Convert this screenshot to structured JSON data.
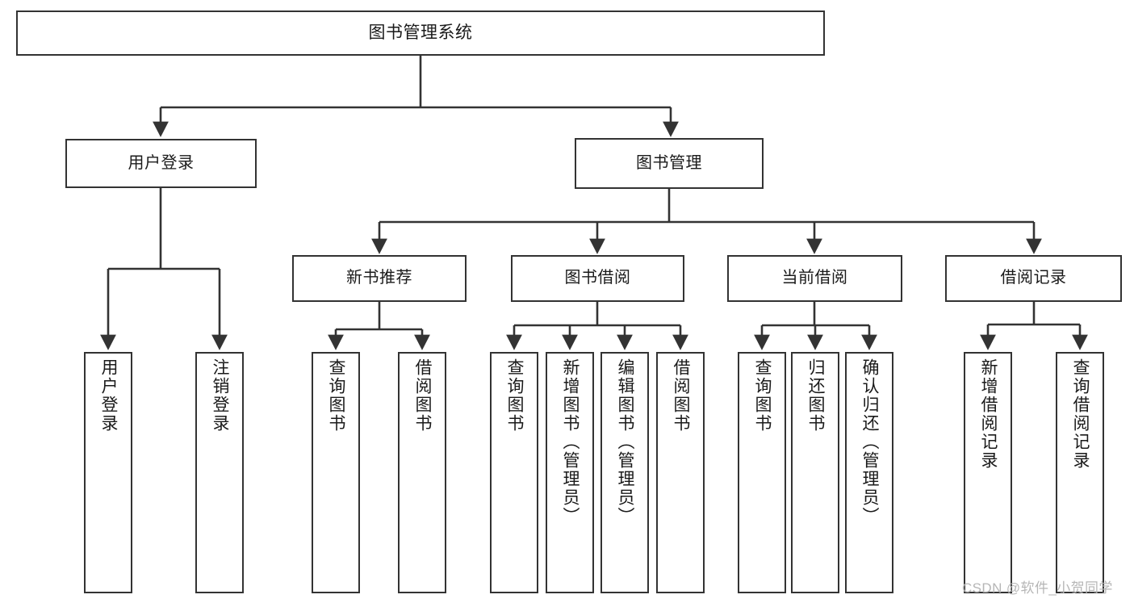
{
  "diagram": {
    "title": "图书管理系统",
    "type": "functional-structure-tree",
    "orientation": "top-down",
    "stroke_color": "#333333",
    "fill_color": "#ffffff",
    "text_color": "#1a1a1a"
  },
  "watermark": {
    "text": "CSDN @软件_小贺同学",
    "color": "#b6b6b6"
  },
  "nodes": {
    "root": {
      "label": "图书管理系统"
    },
    "level1": [
      {
        "label": "用户登录"
      },
      {
        "label": "图书管理"
      }
    ],
    "level2": [
      {
        "label": "新书推荐"
      },
      {
        "label": "图书借阅"
      },
      {
        "label": "当前借阅"
      },
      {
        "label": "借阅记录"
      }
    ],
    "leaves": {
      "user_login": [
        {
          "label": "用户登录"
        },
        {
          "label": "注销登录"
        }
      ],
      "new_book_recommend": [
        {
          "label": "查询图书"
        },
        {
          "label": "借阅图书"
        }
      ],
      "book_borrow": [
        {
          "label": "查询图书"
        },
        {
          "label": "新增图书（管理员）"
        },
        {
          "label": "编辑图书（管理员）"
        },
        {
          "label": "借阅图书"
        }
      ],
      "current_borrow": [
        {
          "label": "查询图书"
        },
        {
          "label": "归还图书"
        },
        {
          "label": "确认归还（管理员）"
        }
      ],
      "borrow_record": [
        {
          "label": "新增借阅记录"
        },
        {
          "label": "查询借阅记录"
        }
      ]
    }
  }
}
